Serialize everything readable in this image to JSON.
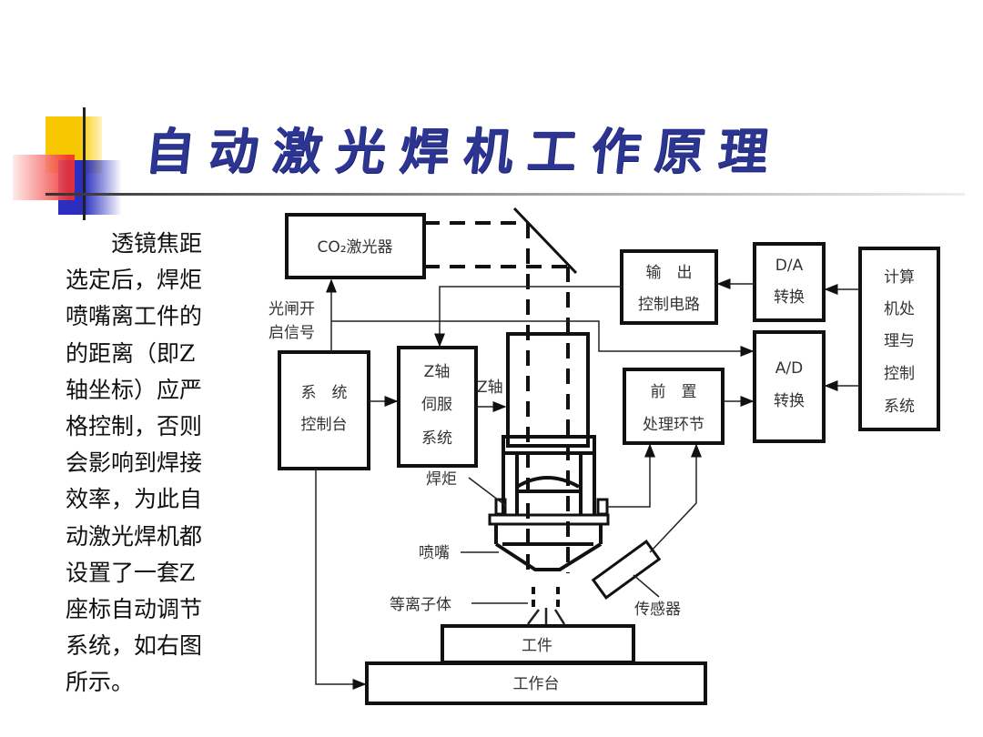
{
  "title": "自动激光焊机工作原理",
  "description_lines": [
    "　　透镜焦距",
    "选定后，焊炬",
    "喷嘴离工件的",
    "的距离（即Z",
    "轴坐标）应严",
    "格控制，否则",
    "会影响到焊接",
    "效率，为此自",
    "动激光焊机都",
    "设置了一套Z",
    "座标自动调节",
    "系统，如右图",
    "所示。"
  ],
  "diagram": {
    "co2_laser": "CO₂激光器",
    "shutter_signal": [
      "光闸开",
      "启信号"
    ],
    "system_console": [
      "系　统",
      "控制台"
    ],
    "z_servo": [
      "Z轴",
      "伺服",
      "系统"
    ],
    "z_axis_label": "Z轴",
    "output_control": [
      "输　出",
      "控制电路"
    ],
    "da_convert": [
      "D/A",
      "转换"
    ],
    "ad_convert": [
      "A/D",
      "转换"
    ],
    "preprocess": [
      "前　置",
      "处理环节"
    ],
    "computer": [
      "计算",
      "机处",
      "理与",
      "控制",
      "系统"
    ],
    "torch": "焊炬",
    "nozzle": "喷嘴",
    "plasma": "等离子体",
    "sensor": "传感器",
    "workpiece": "工件",
    "worktable": "工作台"
  },
  "colors": {
    "title": "#2c3591"
  }
}
